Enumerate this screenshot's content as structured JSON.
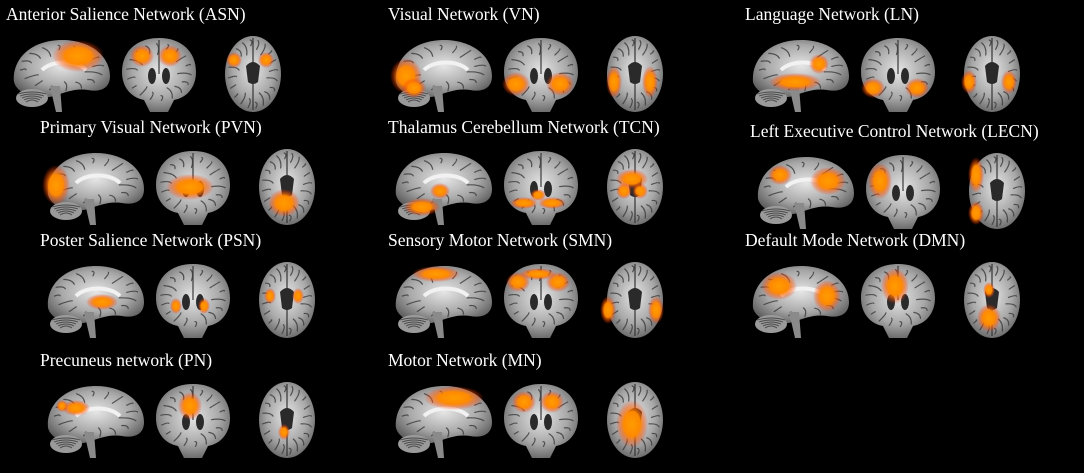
{
  "figure": {
    "background": "#000000",
    "activation_colors": [
      "#ff2a00",
      "#ff8a00",
      "#ffd400"
    ]
  },
  "networks": [
    {
      "id": "asn",
      "title": "Anterior Salience Network (ASN)",
      "activation": {
        "sagittal": "frontal-superior",
        "coronal": "superior-bilateral",
        "axial": "frontal-lateral"
      }
    },
    {
      "id": "vn",
      "title": "Visual Network (VN)",
      "activation": {
        "sagittal": "occipital",
        "coronal": "lateral-inferior",
        "axial": "posterior-lateral"
      }
    },
    {
      "id": "ln",
      "title": "Language Network (LN)",
      "activation": {
        "sagittal": "temporal-frontal",
        "coronal": "temporal-bilateral",
        "axial": "temporal-lateral"
      }
    },
    {
      "id": "pvn",
      "title": "Primary Visual Network (PVN)",
      "activation": {
        "sagittal": "occipital-pole",
        "coronal": "medial-occipital",
        "axial": "occipital-medial"
      }
    },
    {
      "id": "tcn",
      "title": "Thalamus Cerebellum Network (TCN)",
      "activation": {
        "sagittal": "cerebellum-thalamus",
        "coronal": "inferior-medial",
        "axial": "central"
      }
    },
    {
      "id": "lecn",
      "title": "Left Executive Control Network (LECN)",
      "activation": {
        "sagittal": "frontal-parietal",
        "coronal": "left-lateral",
        "axial": "left-lateral"
      }
    },
    {
      "id": "psn",
      "title": "Poster Salience Network (PSN)",
      "activation": {
        "sagittal": "insular",
        "coronal": "insular-bilateral",
        "axial": "insular"
      }
    },
    {
      "id": "smn",
      "title": "Sensory Motor Network (SMN)",
      "activation": {
        "sagittal": "superior-strip",
        "coronal": "superior-lateral",
        "axial": "lateral-central"
      }
    },
    {
      "id": "dmn",
      "title": "Default Mode Network (DMN)",
      "activation": {
        "sagittal": "medial-frontal-parietal",
        "coronal": "superior-medial",
        "axial": "medial-frontal-posterior"
      }
    },
    {
      "id": "pn",
      "title": "Precuneus network (PN)",
      "activation": {
        "sagittal": "precuneus",
        "coronal": "medial-superior",
        "axial": "posterior-medial"
      }
    },
    {
      "id": "mn",
      "title": "Motor Network (MN)",
      "activation": {
        "sagittal": "superior-frontal",
        "coronal": "superior-bilateral",
        "axial": "central-medial"
      }
    }
  ]
}
